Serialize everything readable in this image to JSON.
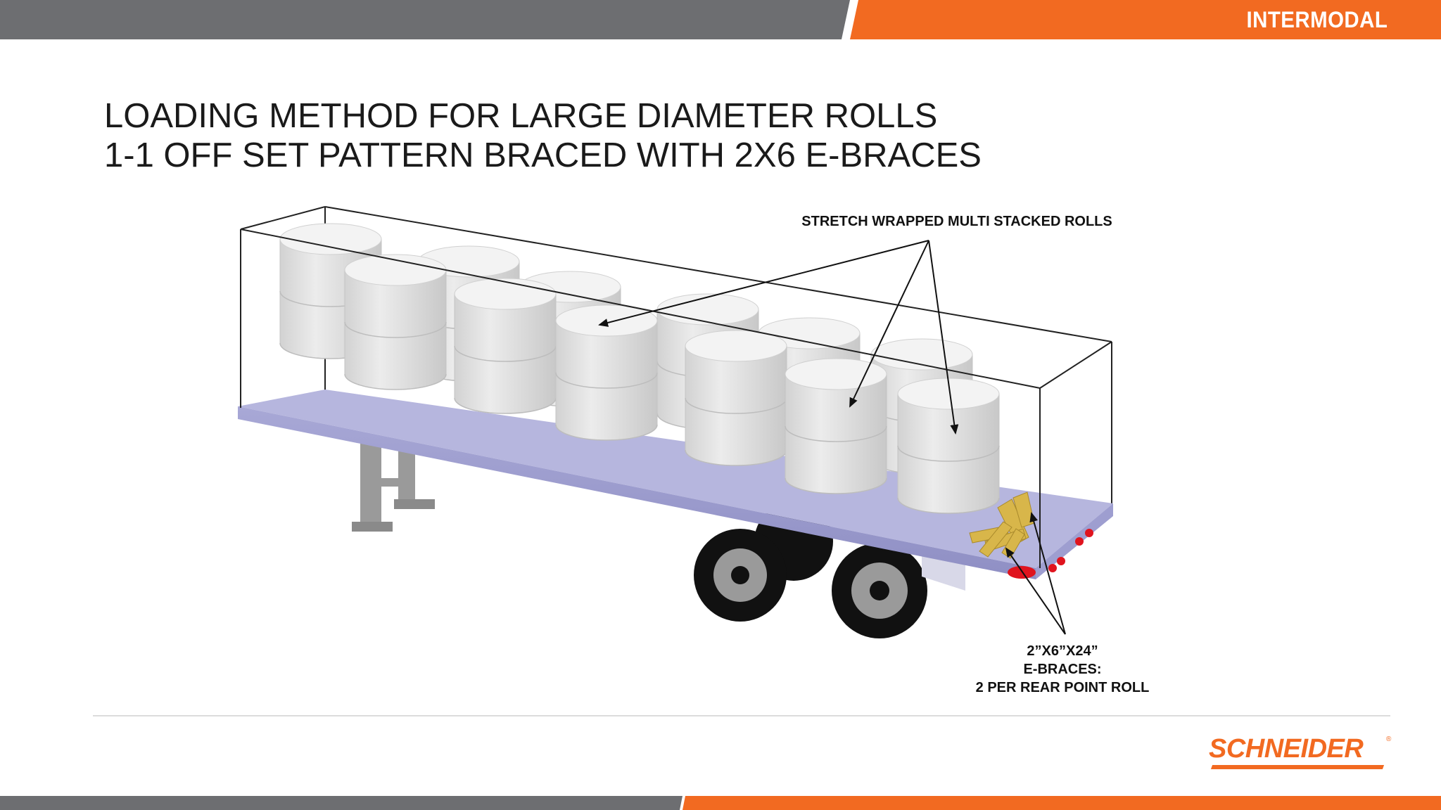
{
  "header": {
    "brand_label": "INTERMODAL",
    "bar_color_gray": "#6d6e71",
    "bar_color_orange": "#f26a21"
  },
  "title": {
    "line1": "LOADING METHOD FOR LARGE DIAMETER  ROLLS",
    "line2": "1-1 OFF SET PATTERN BRACED WITH 2X6 E-BRACES"
  },
  "callouts": {
    "rolls": "STRETCH WRAPPED MULTI  STACKED ROLLS",
    "braces_line1": "2”X6”X24”",
    "braces_line2": "E-BRACES:",
    "braces_line3": "2 PER REAR POINT ROLL"
  },
  "diagram": {
    "roll_count": 12,
    "stack_height": 2,
    "deck_color": "#b6b6de",
    "roll_color": "#e3e3e3",
    "brace_color": "#d8b64a",
    "light_color": "#e0141e"
  },
  "footer": {
    "logo_text": "SCHNEIDER",
    "logo_mark": "®"
  }
}
